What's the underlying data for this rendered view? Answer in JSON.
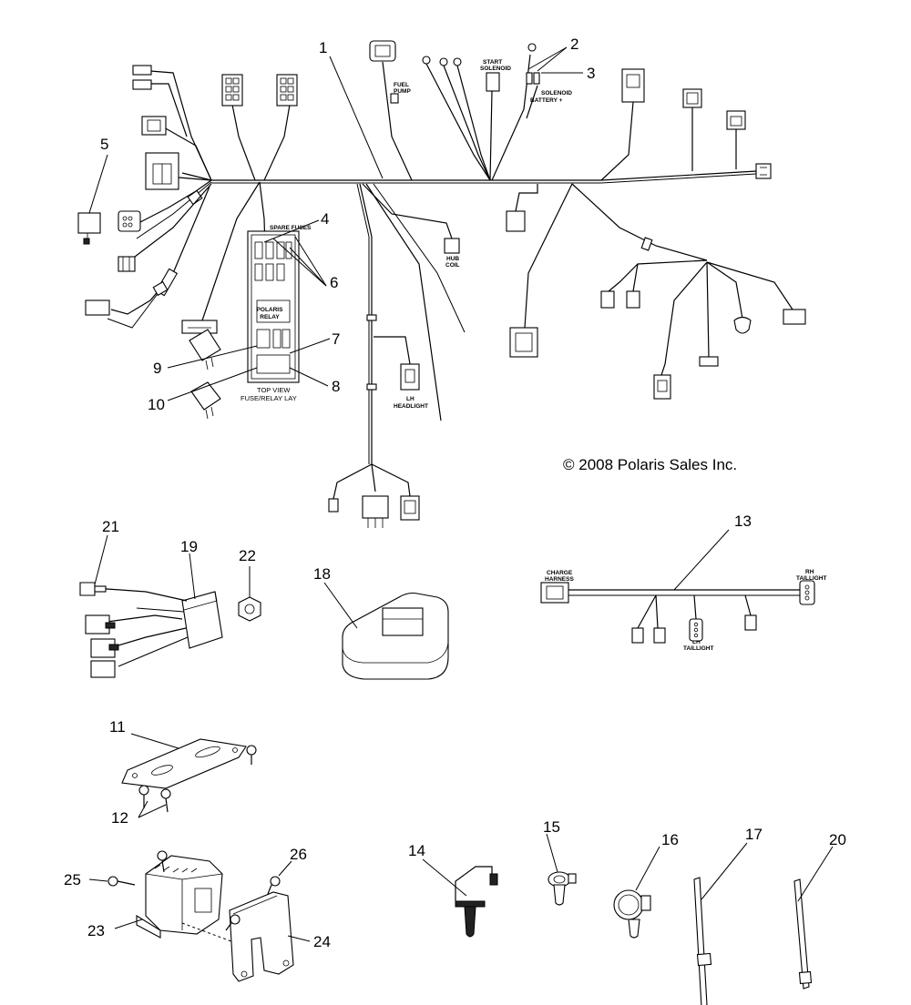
{
  "copyright": "© 2008 Polaris Sales Inc.",
  "labels": {
    "fuel_pump_1": "FUEL",
    "fuel_pump_2": "PUMP",
    "start_solenoid_1": "START",
    "start_solenoid_2": "SOLENOID",
    "solenoid_battery_1": "SOLENOID",
    "solenoid_battery_2": "BATTERY +",
    "hub_coil_1": "HUB",
    "hub_coil_2": "COIL",
    "lh_headlight_1": "LH",
    "lh_headlight_2": "HEADLIGHT",
    "spare_fuses": "SPARE FUSES",
    "top_view_1": "TOP VIEW",
    "top_view_2": "FUSE/RELAY LAY",
    "charge_harness_1": "CHARGE",
    "charge_harness_2": "HARNESS",
    "rh_taillight_1": "RH",
    "rh_taillight_2": "TAILLIGHT",
    "lh_taillight_1": "LH",
    "lh_taillight_2": "TAILLIGHT"
  },
  "callouts": [
    "1",
    "2",
    "3",
    "4",
    "5",
    "6",
    "7",
    "8",
    "9",
    "10",
    "11",
    "12",
    "13",
    "14",
    "15",
    "16",
    "17",
    "18",
    "19",
    "20",
    "21",
    "22",
    "23",
    "24",
    "25",
    "26"
  ]
}
